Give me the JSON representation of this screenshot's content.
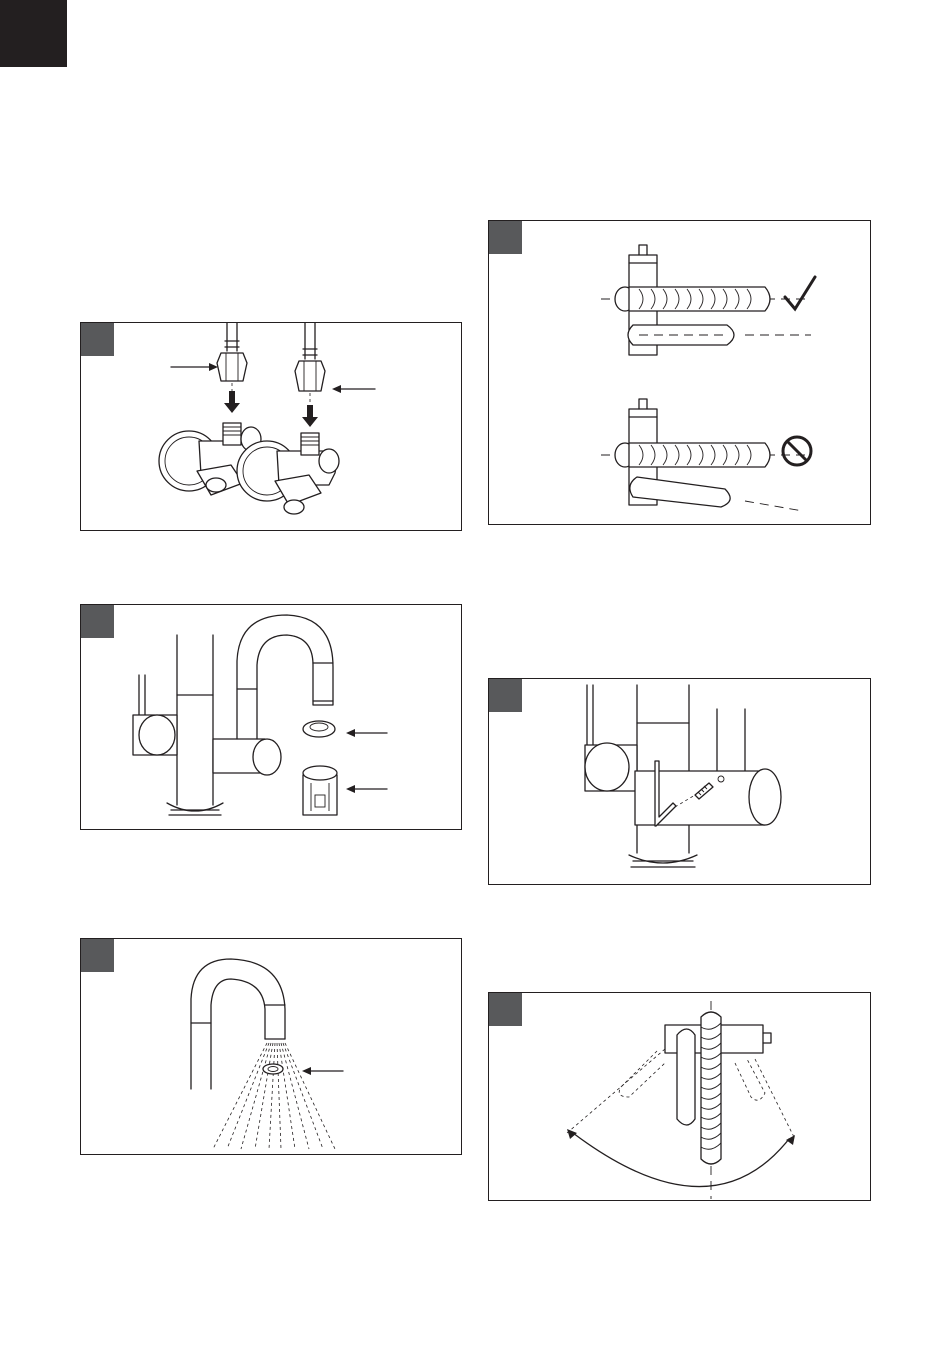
{
  "page": {
    "background": "#ffffff",
    "tab_color": "#231f20",
    "badge_color": "#58595b",
    "line_color": "#231f20"
  },
  "figures": [
    {
      "id": "hose-connection",
      "icons": [
        "hose-nut-icon",
        "angle-valve-icon",
        "down-arrow-icon"
      ]
    },
    {
      "id": "spout-parts",
      "icons": [
        "faucet-icon",
        "washer-icon",
        "aerator-icon",
        "pointer-arrow-icon"
      ]
    },
    {
      "id": "aerator-spray",
      "icons": [
        "spout-icon",
        "water-spray-icon",
        "aerator-icon"
      ]
    },
    {
      "id": "lever-alignment",
      "icons": [
        "check-mark-icon",
        "prohibited-icon",
        "lever-icon"
      ]
    },
    {
      "id": "allen-key-screw",
      "icons": [
        "allen-key-icon",
        "screw-icon",
        "faucet-icon"
      ]
    },
    {
      "id": "lever-rotation",
      "icons": [
        "rotation-arc-icon",
        "lever-icon"
      ]
    }
  ]
}
